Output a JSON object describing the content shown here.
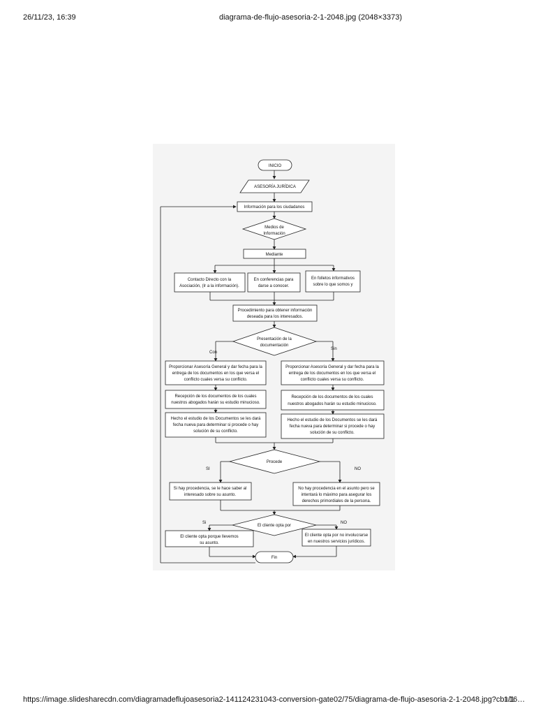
{
  "browser": {
    "datetime": "26/11/23, 16:39",
    "title": "diagrama-de-flujo-asesoria-2-1-2048.jpg (2048×3373)",
    "url": "https://image.slidesharecdn.com/diagramadeflujoasesoria2-141124231043-conversion-gate02/75/diagrama-de-flujo-asesoria-2-1-2048.jpg?cb=16…",
    "page_count": "1/1"
  },
  "flow": {
    "inicio": "INICIO",
    "asesoria": "ASESORÍA JURÍDICA",
    "info_ciudadanos": "Información para los ciudadanos",
    "medios": [
      "Medios de",
      "Información"
    ],
    "mediante": "Mediante",
    "contacto": [
      "Contacto Directo con la",
      "Asociación, (Ir a la información)."
    ],
    "conferencias": [
      "En conferencias para",
      "darse a conocer."
    ],
    "folletos": [
      "En folletos informativos",
      "sobre lo que somos y"
    ],
    "procedimiento": [
      "Procedimiento para obtener información",
      "deseada para los interesados."
    ],
    "presentacion": [
      "Presentación de la",
      "documentación"
    ],
    "con": "Con",
    "sin": "Sin",
    "asesoria_general": [
      "Proporcionar Asesoría General y dar fecha para la",
      "entrega de los documentos en los que versa el",
      "conflicto cuales versa su conflicto."
    ],
    "recepcion": [
      "Recepción de los documentos de los cuales",
      "nuestros abogados harán su estudio minucioso."
    ],
    "hecho": [
      "Hecho el estudio de los Documentos se les dará",
      "fecha nueva para determinar si procede o hay",
      "solución de su conflicto."
    ],
    "procede": "Procede",
    "si": "SI",
    "no": "NO",
    "si_procedencia": [
      "Si hay procedencia, se le hace saber al",
      "interesado sobre su asunto."
    ],
    "no_procedencia": [
      "No hay procedencia en el asunto pero se",
      "intentará lo máximo para asegurar los",
      "derechos primordiales de la persona."
    ],
    "cliente_opta": "El cliente opta por",
    "si2": "Si",
    "no2": "NO",
    "opta_si": [
      "El cliente opta porque llevemos",
      "su asunto."
    ],
    "opta_no": [
      "El cliente opta por no involucrarse",
      "en nuestros servicios jurídicos."
    ],
    "fin": "Fin"
  }
}
